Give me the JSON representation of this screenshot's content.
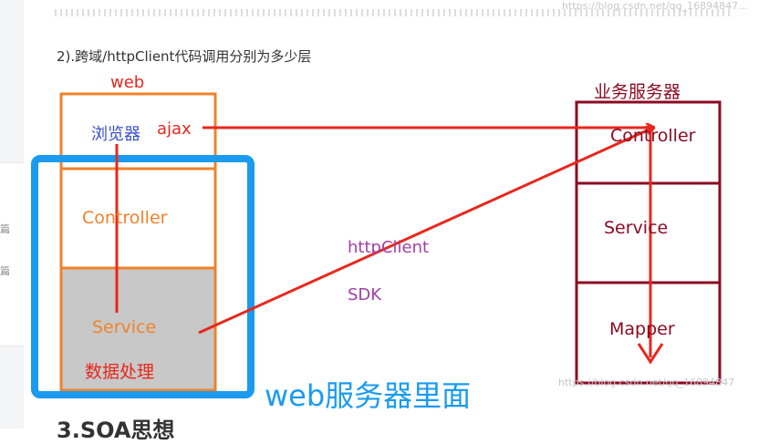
{
  "watermarks": {
    "top": "https://blog.csdn.net/qq_16894847...",
    "bottom": "https://blog.csdn.net/qq_16894847"
  },
  "left_rail": {
    "char1": "篇",
    "char2": "篇"
  },
  "question": "2).跨域/httpClient代码调用分别为多少层",
  "left_stack": {
    "title": "web",
    "browser": "浏览器",
    "ajax": "ajax",
    "controller": "Controller",
    "service": "Service",
    "data_processing": "数据处理"
  },
  "middle": {
    "httpclient": "httpClient",
    "sdk": "SDK"
  },
  "right_stack": {
    "title": "业务服务器",
    "controller": "Controller",
    "service": "Service",
    "mapper": "Mapper"
  },
  "web_server_label": "web服务器里面",
  "next_heading": "3.SOA思想",
  "colors": {
    "orange": "#f0822a",
    "red": "#e8271c",
    "blue": "#1a9bf0",
    "maroon": "#8b0a22",
    "purple": "#a33ea8",
    "gray_fill": "#c8c8c8"
  }
}
